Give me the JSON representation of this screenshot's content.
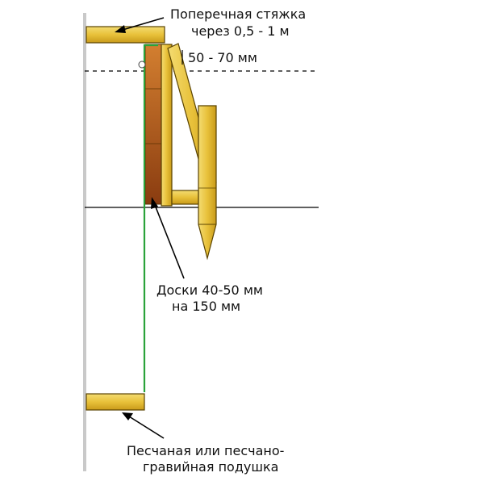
{
  "labels": {
    "tie_line1": "Поперечная стяжка",
    "tie_line2": "через 0,5 - 1 м",
    "gap": "50 - 70 мм",
    "boards_line1": "Доски 40-50 мм",
    "boards_line2": "на 150 мм",
    "cushion_line1": "Песчаная или песчано-",
    "cushion_line2": "гравийная подушка"
  },
  "colors": {
    "wood": "#e8c13a",
    "wood_outline": "#5a4300",
    "board_dark": "#b5561c",
    "board_light": "#d37f30",
    "film": "#2aa33a",
    "trench_wall": "#c9c9c9",
    "line": "#000000"
  }
}
